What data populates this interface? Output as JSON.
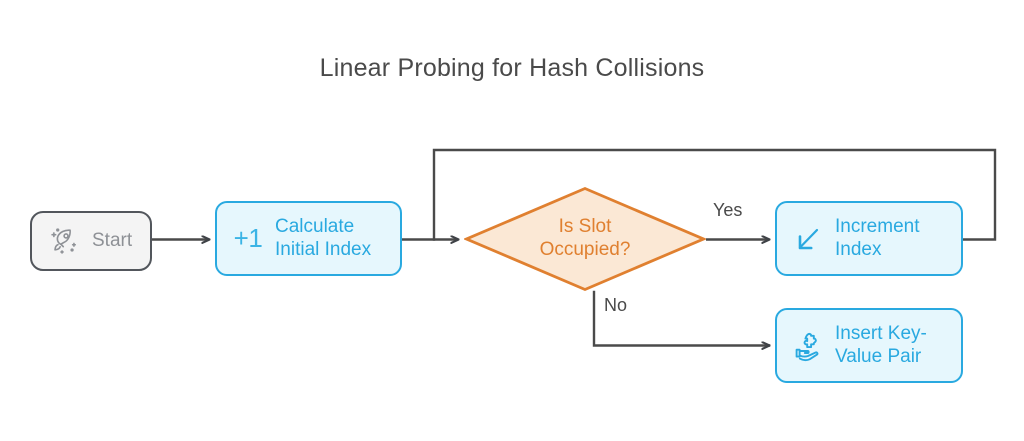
{
  "diagram": {
    "title": "Linear Probing for Hash Collisions",
    "type": "flowchart",
    "background_color": "#ffffff",
    "title_color": "#4a4a4a",
    "palette": {
      "process_border": "#29a9e0",
      "process_fill": "#e6f7fd",
      "process_text": "#29a9e0",
      "decision_border": "#e08030",
      "decision_fill": "#fbe8d5",
      "decision_text": "#e08030",
      "terminator_border": "#52565c",
      "terminator_fill": "#f4f4f4",
      "terminator_text": "#8e9196",
      "edge_color": "#4a4a4a"
    },
    "nodes": [
      {
        "id": "start",
        "shape": "terminator",
        "label": "Start",
        "icon": "rocket-icon"
      },
      {
        "id": "calculate",
        "shape": "process",
        "label": "Calculate\nInitial Index",
        "label_line1": "Calculate",
        "label_line2": "Initial Index",
        "icon": "plus-one-icon",
        "icon_text": "+1"
      },
      {
        "id": "decision",
        "shape": "decision",
        "label": "Is Slot\nOccupied?",
        "label_line1": "Is Slot",
        "label_line2": "Occupied?"
      },
      {
        "id": "increment",
        "shape": "process",
        "label": "Increment\nIndex",
        "label_line1": "Increment",
        "label_line2": "Index",
        "icon": "arrow-down-left-icon"
      },
      {
        "id": "insert",
        "shape": "process",
        "label": "Insert Key-\nValue Pair",
        "label_line1": "Insert Key-",
        "label_line2": "Value Pair",
        "icon": "hand-puzzle-icon"
      }
    ],
    "edges": [
      {
        "id": "start-to-calculate",
        "from": "start",
        "to": "calculate",
        "label": ""
      },
      {
        "id": "calculate-to-decision",
        "from": "calculate",
        "to": "decision",
        "label": ""
      },
      {
        "id": "decision-to-increment",
        "from": "decision",
        "to": "increment",
        "label": "Yes"
      },
      {
        "id": "decision-to-insert",
        "from": "decision",
        "to": "insert",
        "label": "No"
      },
      {
        "id": "increment-loopback",
        "from": "increment",
        "to": "decision",
        "label": ""
      }
    ]
  }
}
